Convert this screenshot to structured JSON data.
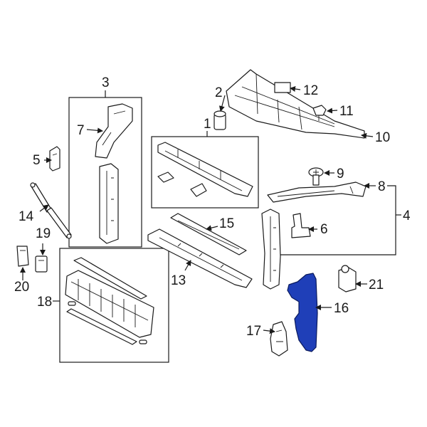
{
  "highlight_color": "#1f3fb8",
  "callouts": [
    "1",
    "2",
    "3",
    "4",
    "5",
    "6",
    "7",
    "8",
    "9",
    "10",
    "11",
    "12",
    "13",
    "14",
    "15",
    "16",
    "17",
    "18",
    "19",
    "20",
    "21"
  ]
}
